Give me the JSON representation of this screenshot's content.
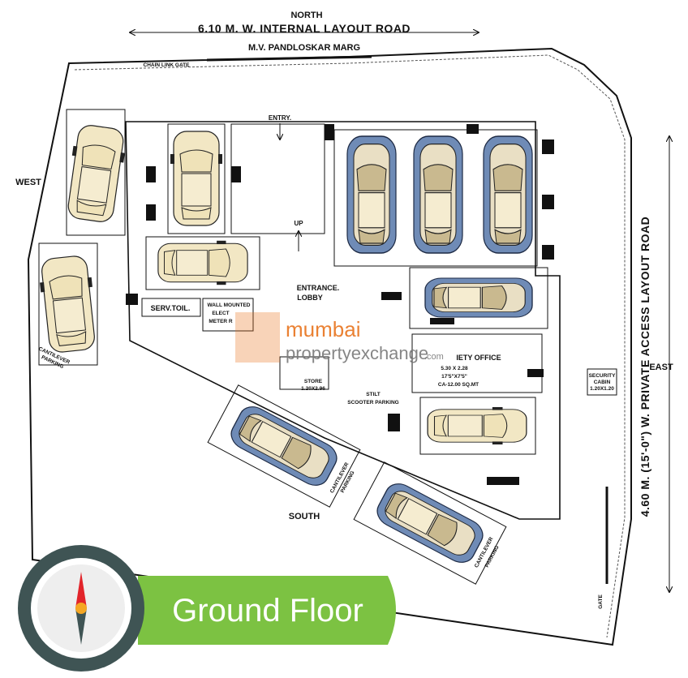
{
  "roads": {
    "north_label": "NORTH",
    "north_road": "6.10 M. W.  INTERNAL LAYOUT ROAD",
    "north_marg": "M.V. PANDLOSKAR MARG",
    "east_road": "4.60 M. (15'-0\") W. PRIVATE ACCESS LAYOUT ROAD"
  },
  "directions": {
    "west": "WEST",
    "east": "EAST",
    "south": "SOUTH"
  },
  "labels": {
    "chain_link_gate": "CHAIN LINK GATE",
    "entry": "ENTRY.",
    "up": "UP",
    "entrance_lobby_1": "ENTRANCE.",
    "entrance_lobby_2": "LOBBY",
    "serv_toil": "SERV.TOIL.",
    "wall_mounted_1": "WALL MOUNTED",
    "wall_mounted_2": "ELECT",
    "wall_mounted_3": "METER R",
    "society_office": "IETY OFFICE",
    "society_dim_1": "5.30 X 2.28",
    "society_dim_2": "17'5\"X7'5\"",
    "society_area": "CA-12.00 SQ.MT",
    "store_1": "STORE",
    "store_2": "1.20X2.96",
    "stilt": "STILT",
    "scooter_parking": "SCOOTER PARKING",
    "security_1": "SECURITY",
    "security_2": "CABIN",
    "security_3": "1.20X1.20",
    "gate": "GATE",
    "cantilever_1": "CANTILEVER",
    "cantilever_2": "PARKING"
  },
  "watermark": {
    "brand_a": "mumbai",
    "brand_b": "propertyexchange",
    "brand_c": ".com"
  },
  "badge": {
    "title": "Ground Floor"
  },
  "colors": {
    "badge_green": "#7cc242",
    "compass_ring": "#3f5454",
    "needle_red": "#e2242a",
    "needle_orange": "#f5a623",
    "car_cream": "#f2e7c4",
    "car_blue": "#6f8bb6"
  },
  "icons": [
    "compass-icon",
    "car-icon",
    "arrow-icon"
  ]
}
